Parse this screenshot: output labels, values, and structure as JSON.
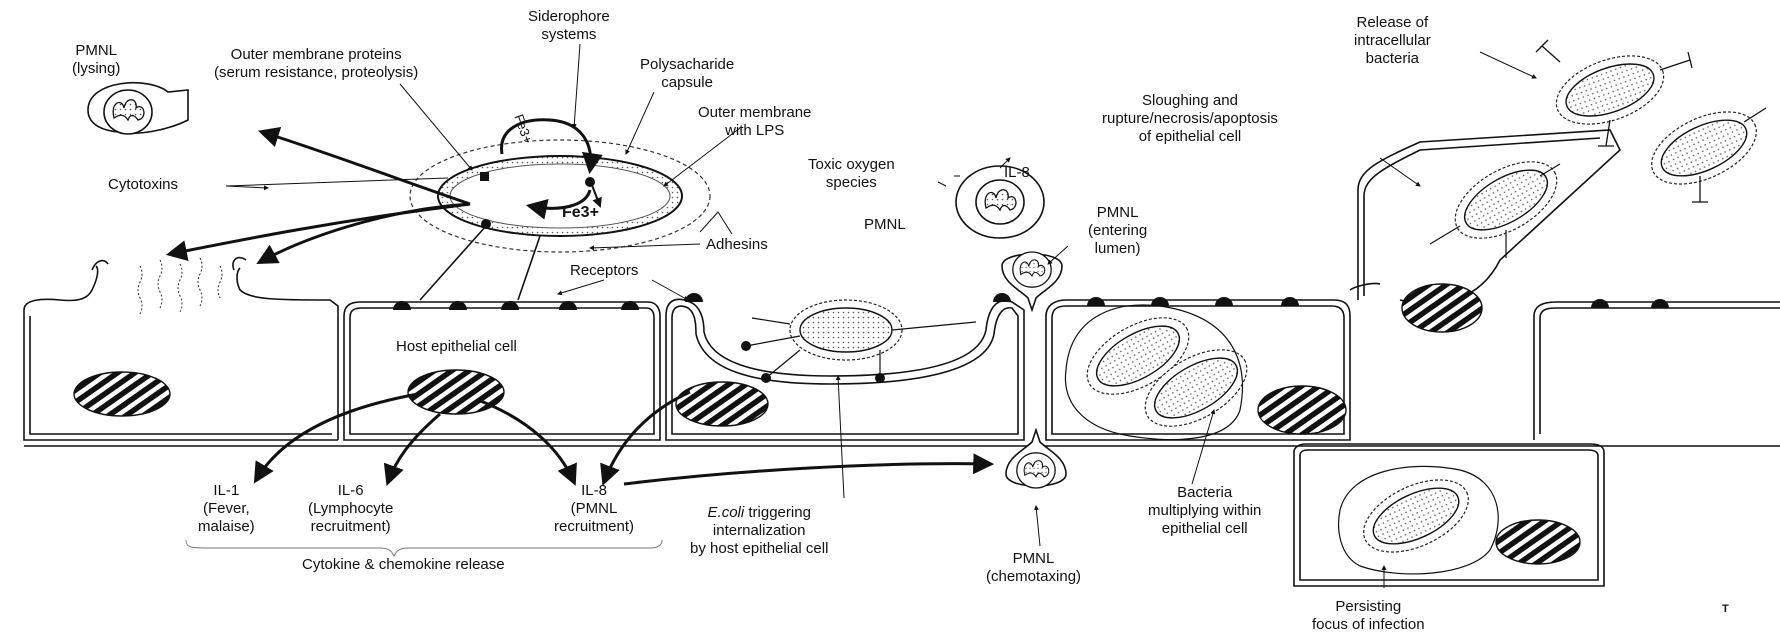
{
  "labels": {
    "siderophore": [
      "Siderophore",
      "systems"
    ],
    "pmnl_lysing": [
      "PMNL",
      "(lysing)"
    ],
    "outer_membrane_proteins": [
      "Outer membrane proteins",
      "(serum resistance, proteolysis)"
    ],
    "polysaccharide": [
      "Polysacharide",
      "capsule"
    ],
    "outer_membrane_lps": [
      "Outer membrane",
      "with LPS"
    ],
    "cytotoxins": "Cytotoxins",
    "fe3_upper": "Fe3+",
    "fe3_lower": "Fe3+",
    "adhesins": "Adhesins",
    "receptors": "Receptors",
    "toxic_oxygen": [
      "Toxic oxygen",
      "species"
    ],
    "il8_top": "IL-8",
    "pmnl_mid": "PMNL",
    "pmnl_entering": [
      "PMNL",
      "(entering",
      "lumen)"
    ],
    "release": [
      "Release of",
      "intracellular",
      "bacteria"
    ],
    "sloughing": [
      "Sloughing and",
      "rupture/necrosis/apoptosis",
      "of epithelial cell"
    ],
    "host_cell": "Host epithelial cell",
    "il1": [
      "IL-1",
      "(Fever,",
      "malaise)"
    ],
    "il6": [
      "IL-6",
      "(Lymphocyte",
      "recruitment)"
    ],
    "il8": [
      "IL-8",
      "(PMNL",
      "recruitment)"
    ],
    "cytokine_release": "Cytokine & chemokine release",
    "ecoli_italic": "E.coli",
    "ecoli_rest": " triggering",
    "internalization": [
      "internalization",
      "by host epithelial cell"
    ],
    "pmnl_chemotaxing": [
      "PMNL",
      "(chemotaxing)"
    ],
    "bacteria_multiplying": [
      "Bacteria",
      "multiplying within",
      "epithelial cell"
    ],
    "persisting": [
      "Persisting",
      "focus of infection"
    ],
    "corner_mark": "T"
  },
  "colors": {
    "ink": "#111111",
    "paper": "#ffffff",
    "stroke": "#1a1a1a"
  },
  "icons": [
    "pmnl-cell-icon",
    "bacterium-icon",
    "nucleus-icon",
    "receptor-icon",
    "adhesin-icon",
    "arrow-icon"
  ]
}
